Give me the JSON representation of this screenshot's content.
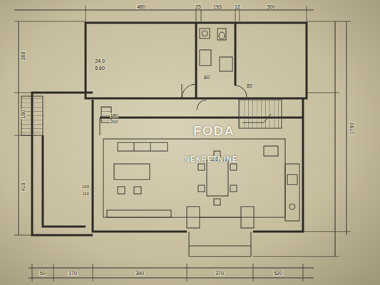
{
  "diagram": {
    "labels": [
      "480",
      "25",
      "193",
      "12",
      "300",
      "50",
      "170",
      "390",
      "370",
      "520",
      "300",
      "160",
      "410",
      "1760",
      "24.0",
      "5.60",
      "80",
      "80",
      "180",
      "210",
      "120",
      "110",
      "FODA",
      "NEKRETNINE"
    ]
  }
}
